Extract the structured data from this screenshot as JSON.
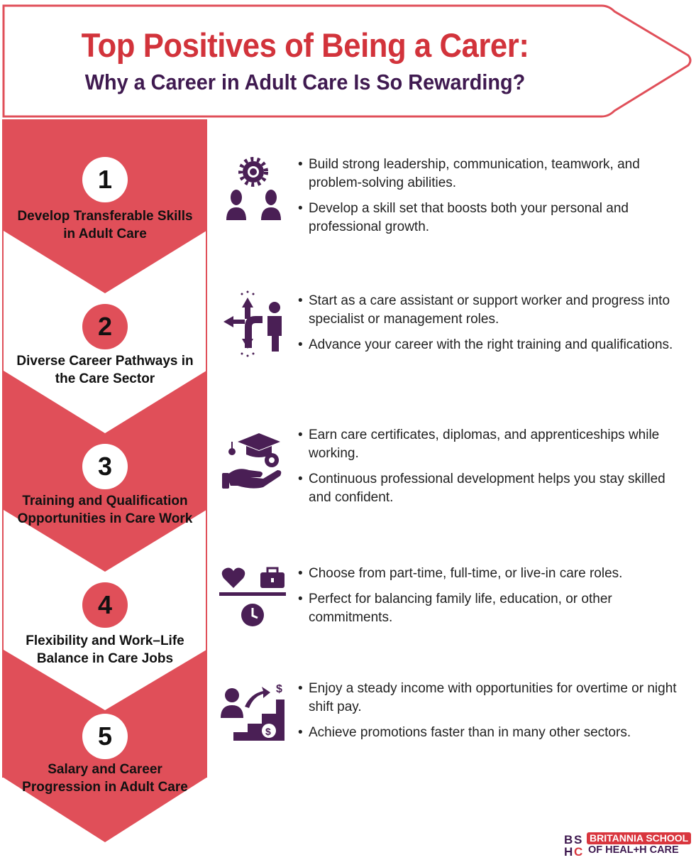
{
  "header": {
    "title": "Top Positives of Being a Carer:",
    "subtitle": "Why a Career in Adult Care Is So Rewarding?"
  },
  "colors": {
    "red": "#e04f59",
    "title_red": "#d2333b",
    "purple": "#3f1a50"
  },
  "sections": [
    {
      "number": "1",
      "title": "Develop Transferable Skills in Adult Care",
      "icon": "team-gear-icon",
      "bullets": [
        "Build strong leadership, communication, teamwork, and problem-solving abilities.",
        "Develop a skill set that boosts both your personal and professional growth."
      ]
    },
    {
      "number": "2",
      "title": "Diverse Career Pathways in the Care Sector",
      "icon": "career-path-arrows-icon",
      "bullets": [
        "Start as a care assistant or support worker and progress into specialist or management roles.",
        "Advance your career with the right training and qualifications."
      ]
    },
    {
      "number": "3",
      "title": "Training and Qualification Opportunities in Care Work",
      "icon": "graduation-cap-hand-icon",
      "bullets": [
        "Earn care certificates, diplomas, and apprenticeships while working.",
        "Continuous professional development helps you stay skilled and confident."
      ]
    },
    {
      "number": "4",
      "title": "Flexibility and Work–Life Balance in Care Jobs",
      "icon": "work-life-balance-icon",
      "bullets": [
        "Choose from part-time, full-time, or live-in care roles.",
        "Perfect for balancing family life, education, or other commitments."
      ]
    },
    {
      "number": "5",
      "title": "Salary and Career Progression in Adult Care",
      "icon": "salary-growth-icon",
      "bullets": [
        "Enjoy a steady income with opportunities for overtime or night shift pay.",
        "Achieve promotions faster than in many other sectors."
      ]
    }
  ],
  "logo": {
    "mark": "BSHC",
    "line1": "BRITANNIA SCHOOL",
    "line2": "OF HEAL+H CARE"
  }
}
